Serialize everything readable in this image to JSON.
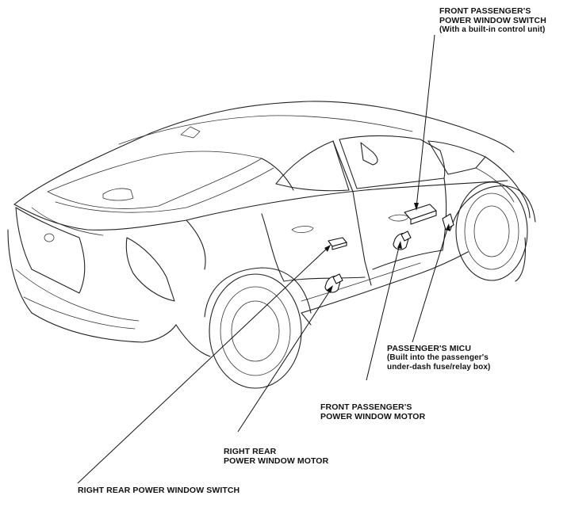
{
  "labels": {
    "front_passenger_switch": {
      "line1": "FRONT PASSENGER'S",
      "line2": "POWER WINDOW SWITCH",
      "line3": "(With a built-in control unit)"
    },
    "passenger_micu": {
      "line1": "PASSENGER'S MICU",
      "line2": "(Built into the passenger's",
      "line3": "under-dash fuse/relay box)"
    },
    "front_passenger_motor": {
      "line1": "FRONT PASSENGER'S",
      "line2": "POWER WINDOW MOTOR"
    },
    "right_rear_motor": {
      "line1": "RIGHT REAR",
      "line2": "POWER WINDOW MOTOR"
    },
    "right_rear_switch": {
      "line1": "RIGHT REAR POWER WINDOW SWITCH"
    }
  }
}
